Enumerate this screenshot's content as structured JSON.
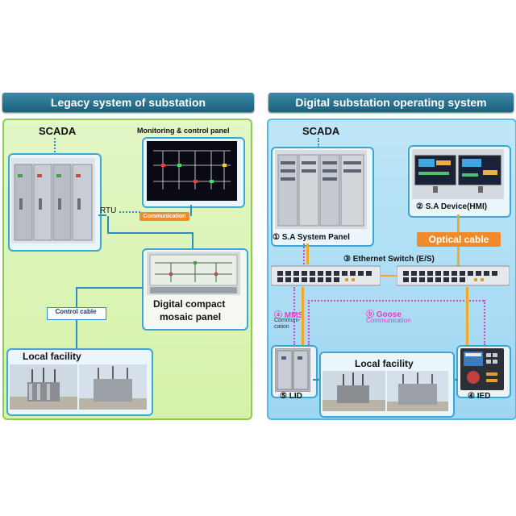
{
  "left": {
    "title": "Legacy system of substation",
    "scada": "SCADA",
    "monitoring_panel": "Monitoring & control panel",
    "rtu": "RTU",
    "communication": "Communication",
    "mosaic_line1": "Digital compact",
    "mosaic_line2": "mosaic panel",
    "control_cable": "Control cable",
    "local_facility": "Local facility"
  },
  "right": {
    "title": "Digital substation operating system",
    "scada": "SCADA",
    "sa_system_panel": "① S.A System Panel",
    "sa_device": "② S.A Device(HMI)",
    "optical_cable": "Optical cable",
    "ethernet_switch": "③ Ethernet Switch (E/S)",
    "mms": "ⓐ MMS",
    "mms_sub": "Communi-\ncation",
    "goose": "ⓑ Goose",
    "goose_sub": "Communication",
    "local_facility": "Local facility",
    "lid": "⑤ LID",
    "ied": "④ IED"
  },
  "colors": {
    "header": "#1c5f7c",
    "left_panel": "#d6f2a8",
    "right_panel": "#9ed6f1",
    "line_blue": "#2a8fc7",
    "optical_orange": "#f5a623",
    "goose_pink": "#e040c0"
  }
}
